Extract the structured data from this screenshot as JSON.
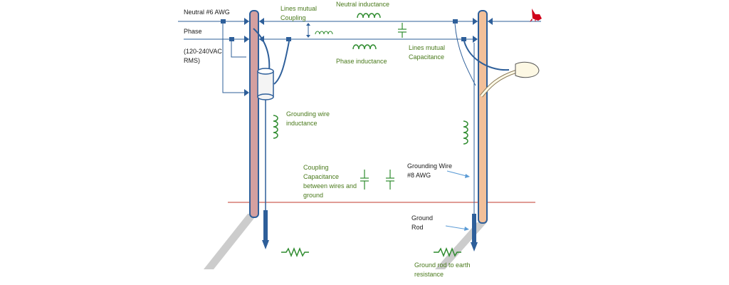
{
  "labels": {
    "neutral_wire": "Neutral #6 AWG",
    "phase_wire": "Phase",
    "voltage": "(120-240VAC\nRMS)",
    "lines_mutual_coupling": "Lines mutual\nCoupling",
    "neutral_inductance": "Neutral inductance",
    "lines_mutual_capacitance": "Lines mutual\nCapacitance",
    "phase_inductance": "Phase inductance",
    "grounding_wire_inductance": "Grounding wire\ninductance",
    "coupling_capacitance": "Coupling\nCapacitance\nbetween wires and\nground",
    "grounding_wire": "Grounding Wire\n#8 AWG",
    "ground_rod": "Ground\nRod",
    "ground_rod_resistance": "Ground rod to earth\nresistance"
  },
  "colors": {
    "wire": "#2e5f9a",
    "component": "#2e8b2e",
    "label_green": "#4a7a1c",
    "left_pole": "#d4a0a0",
    "right_pole": "#f2c09a",
    "ground_line": "#c0392b",
    "shadow": "#cccccc",
    "bird": "#d0021b"
  },
  "icons": [
    "cardinal-bird-icon",
    "street-lamp-icon",
    "transformer-icon"
  ]
}
